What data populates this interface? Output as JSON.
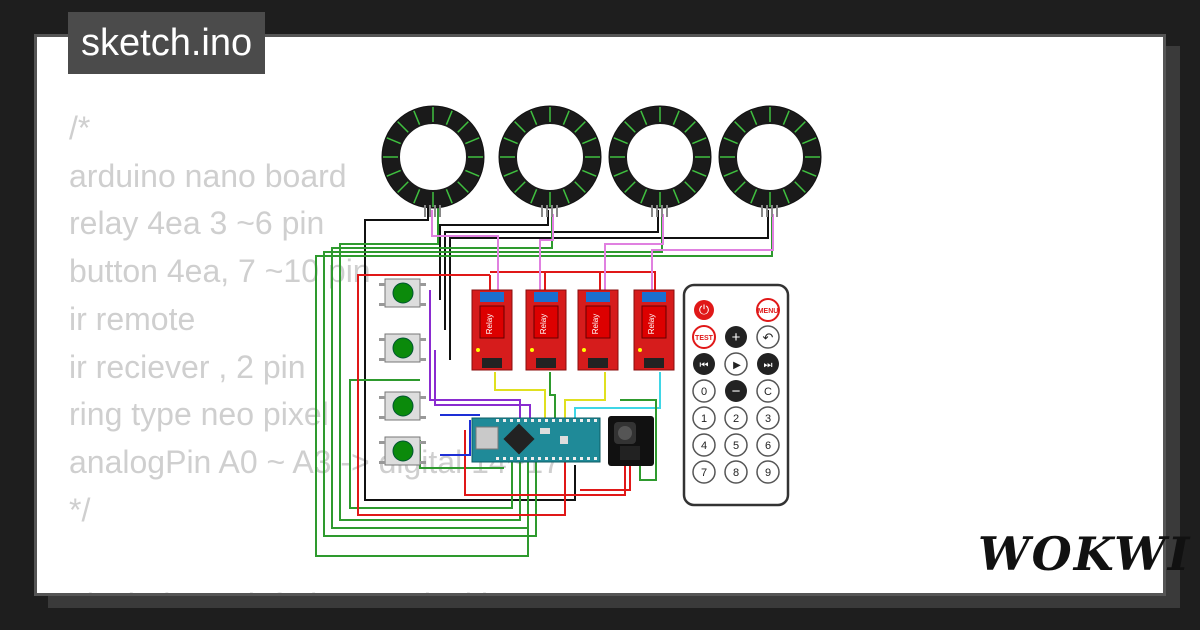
{
  "title": "sketch.ino",
  "code_lines": [
    "/*",
    "arduino nano board",
    "relay 4ea 3 ~6 pin",
    "button 4ea, 7 ~10 pin",
    "ir remote",
    "ir reciever , 2 pin",
    "ring type neo pixel",
    "analogPin A0 ~ A3 -> digital 14~17",
    "*/",
    "",
    "#include <Adafruit_NeoPixel.h>"
  ],
  "brand": "WOKWI",
  "relay_label": "Relay",
  "remote": {
    "menu_label": "MENU",
    "test_label": "TEST",
    "digits": [
      "0",
      "1",
      "2",
      "3",
      "4",
      "5",
      "6",
      "7",
      "8",
      "9"
    ],
    "clear_label": "C"
  },
  "colors": {
    "pcb_red": "#d61c1c",
    "nano_teal": "#1f8a98",
    "wire_black": "#111111",
    "wire_green": "#2e9a2e",
    "wire_red": "#e01818",
    "wire_pink": "#e080e0",
    "ring_dark": "#1a1a1a",
    "led_green": "#3fbf3f"
  }
}
